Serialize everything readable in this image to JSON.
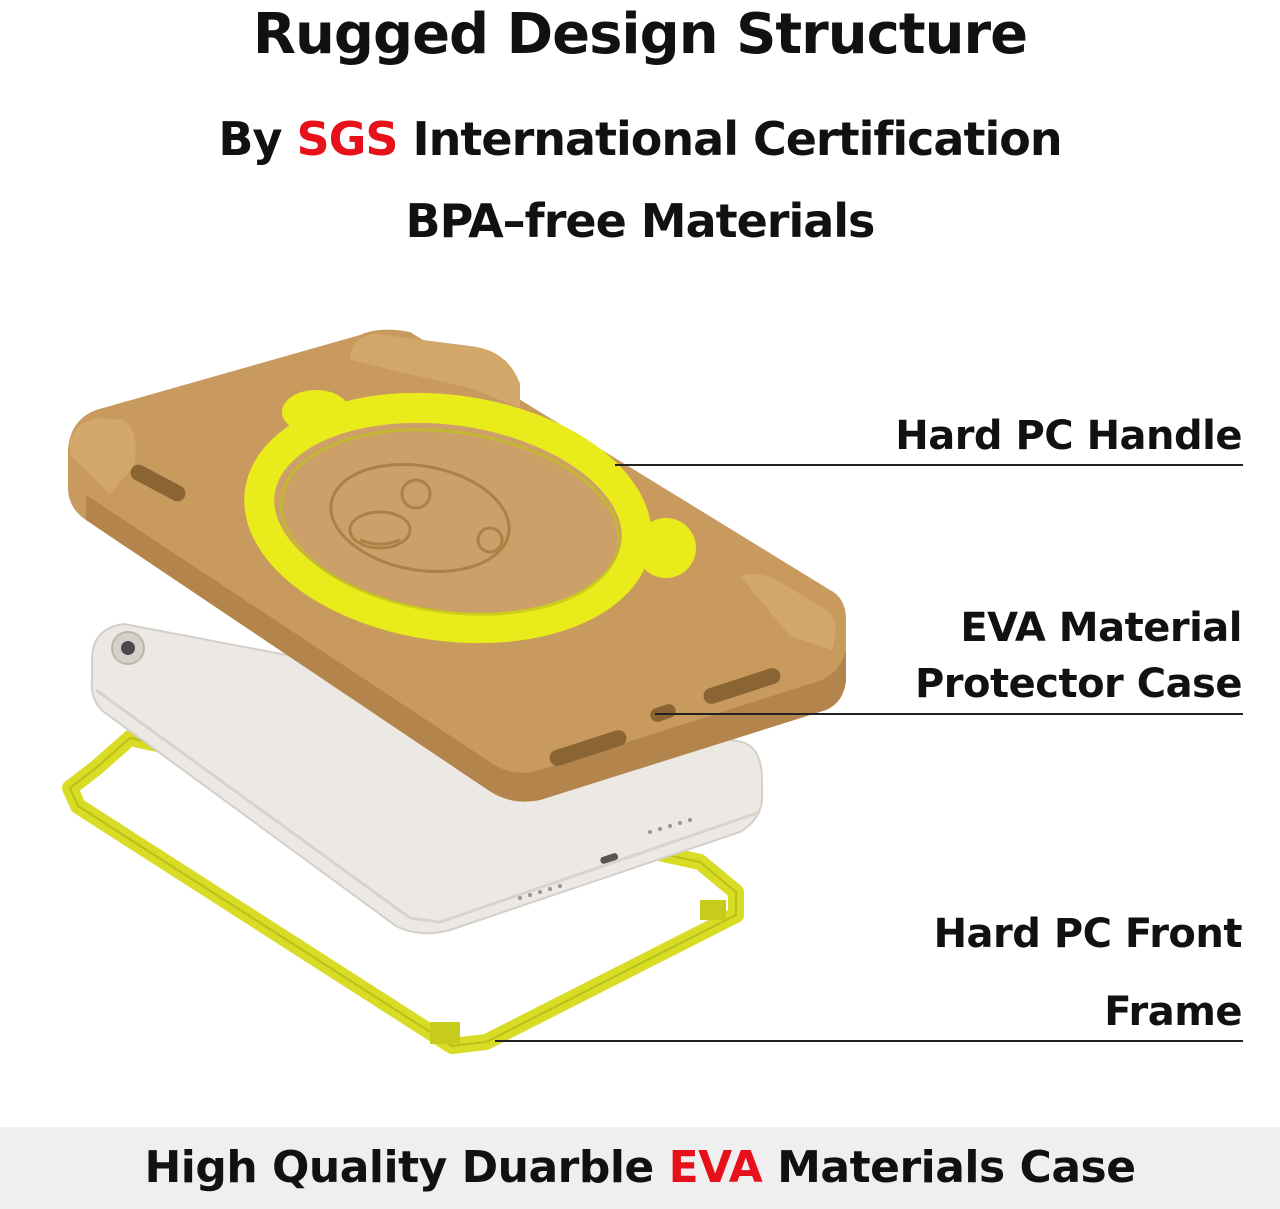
{
  "header": {
    "title": "Rugged Design Structure",
    "cert_prefix": "By",
    "cert_brand": "SGS",
    "cert_suffix": "International Certification",
    "subtitle": "BPA–free Materials"
  },
  "callouts": {
    "handle": "Hard PC Handle",
    "eva_line1": "EVA Material",
    "eva_line2": "Protector Case",
    "frame_line1": "Hard PC Front",
    "frame_line2": "Frame"
  },
  "footer": {
    "prefix": "High Quality Duarble",
    "highlight": "EVA",
    "suffix": "Materials Case"
  },
  "colors": {
    "accent": "#e8101a",
    "case_brown": "#c99a5e",
    "handle_yellow": "#e9ec1a",
    "frame_yellow": "#d8dc24",
    "tablet_silver": "#ece8e4"
  }
}
